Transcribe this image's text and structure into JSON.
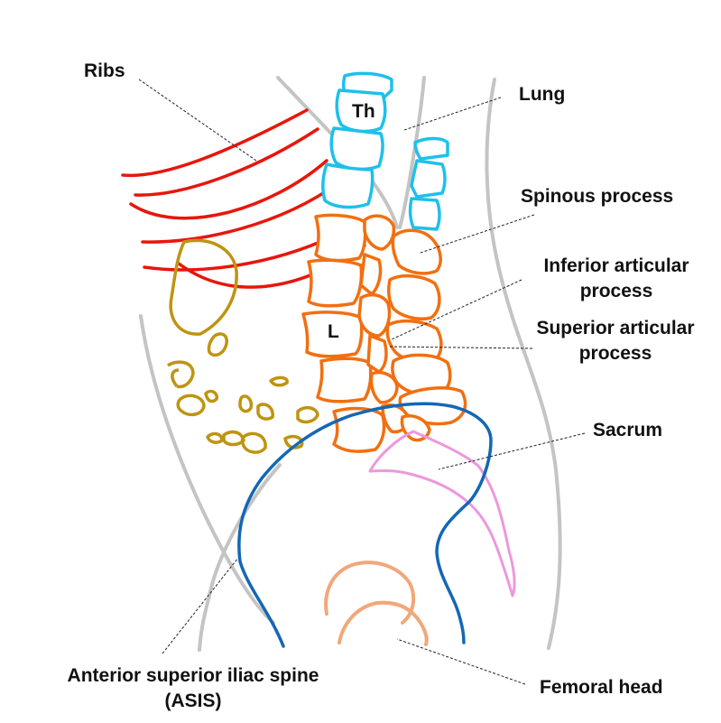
{
  "labels": {
    "ribs": "Ribs",
    "lung": "Lung",
    "spinous_process": "Spinous process",
    "inferior_articular_line1": "Inferior articular",
    "inferior_articular_line2": "process",
    "superior_articular_line1": "Superior articular",
    "superior_articular_line2": "process",
    "sacrum": "Sacrum",
    "asis_line1": "Anterior superior iliac spine",
    "asis_line2": "(ASIS)",
    "femoral_head": "Femoral head",
    "thoracic_marker": "Th",
    "lumbar_marker": "L"
  },
  "colors": {
    "body_outline": "#c4c4c4",
    "ribs": "#e8160b",
    "thoracic_vertebrae": "#1ec0ec",
    "lumbar_vertebrae": "#f26f10",
    "bowel_gas": "#bf9410",
    "pelvis": "#1467b4",
    "sacrum": "#ec98dd",
    "femoral_head": "#f2a77a"
  }
}
